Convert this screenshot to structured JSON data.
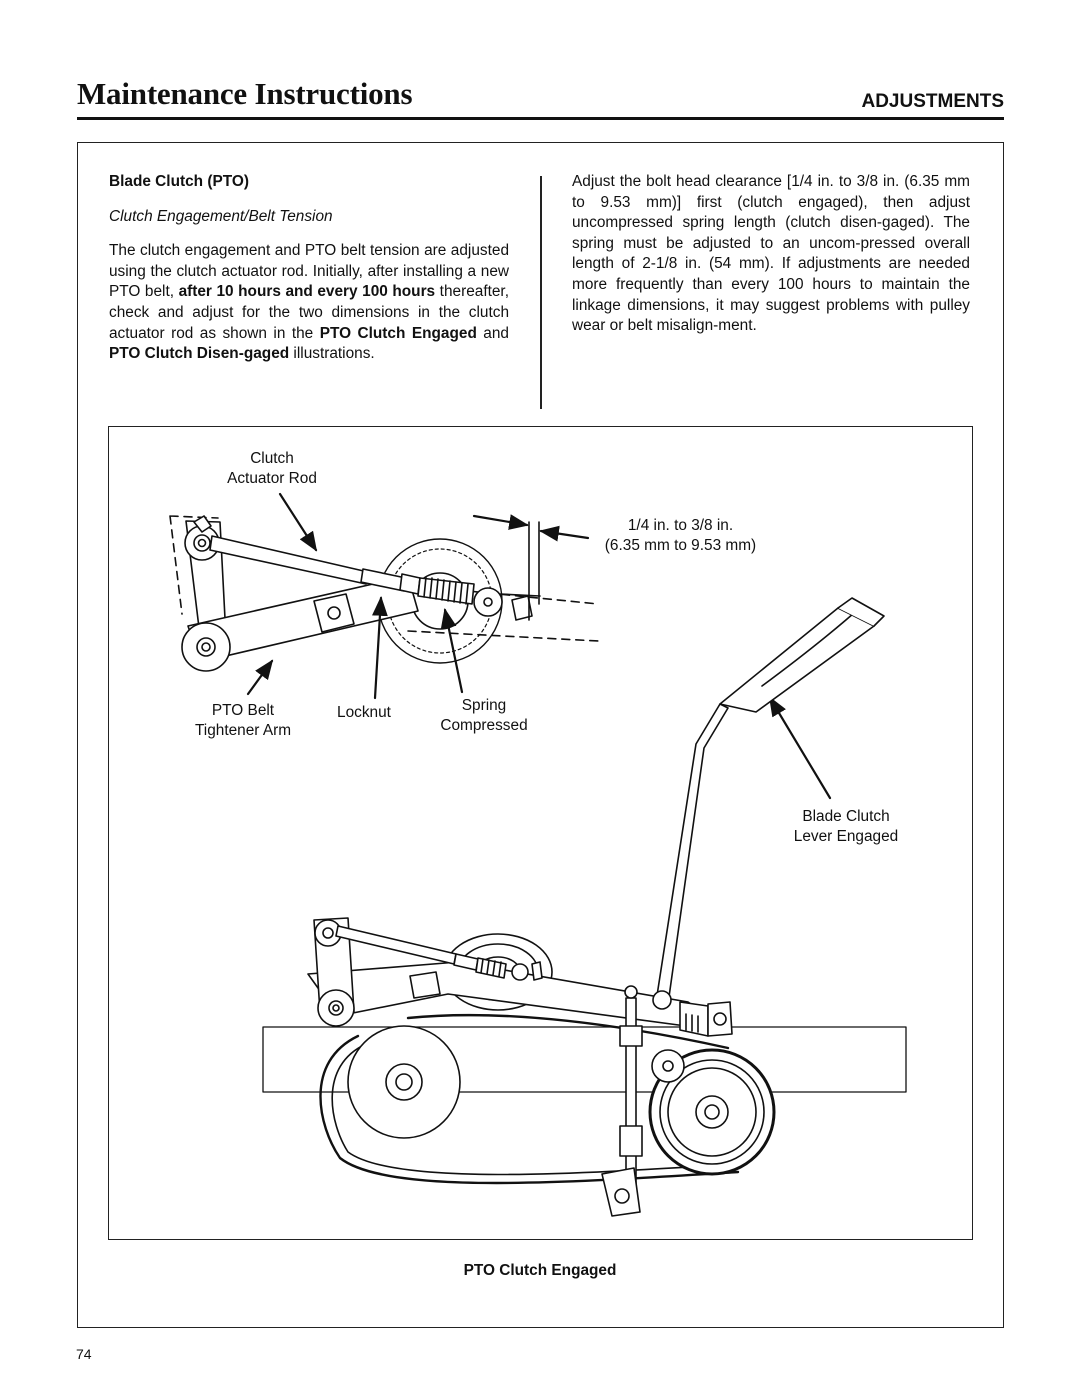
{
  "header": {
    "title": "Maintenance Instructions",
    "section": "ADJUSTMENTS"
  },
  "left_column": {
    "heading": "Blade Clutch (PTO)",
    "subheading": "Clutch Engagement/Belt Tension",
    "p_start": "The clutch engagement and PTO belt tension are adjusted using the clutch actuator rod. Initially, after installing a new PTO belt, ",
    "p_bold1": "after 10 hours and every 100 hours",
    "p_mid": " thereafter, check and adjust for the two dimensions in the clutch actuator rod as shown in the ",
    "p_bold2": "PTO Clutch Engaged",
    "p_and": " and ",
    "p_bold3": "PTO Clutch Disen-gaged",
    "p_end": " illustrations."
  },
  "right_column": {
    "text": "Adjust the bolt head clearance [1/4 in. to 3/8 in. (6.35 mm to 9.53 mm)] first (clutch engaged), then adjust uncompressed spring length (clutch disen-gaged). The spring must be adjusted to an uncom-pressed overall length of 2-1/8 in. (54 mm). If adjustments are needed more frequently than every 100 hours to maintain the linkage dimensions, it may suggest problems with pulley wear or belt misalign-ment."
  },
  "figure": {
    "labels": {
      "clutch_rod_1": "Clutch",
      "clutch_rod_2": "Actuator Rod",
      "clearance_1": "1/4 in. to 3/8 in.",
      "clearance_2": "(6.35 mm to 9.53 mm)",
      "belt_arm_1": "PTO Belt",
      "belt_arm_2": "Tightener Arm",
      "locknut": "Locknut",
      "spring_1": "Spring",
      "spring_2": "Compressed",
      "lever_1": "Blade Clutch",
      "lever_2": "Lever Engaged"
    },
    "caption": "PTO Clutch Engaged"
  },
  "page_number": "74"
}
